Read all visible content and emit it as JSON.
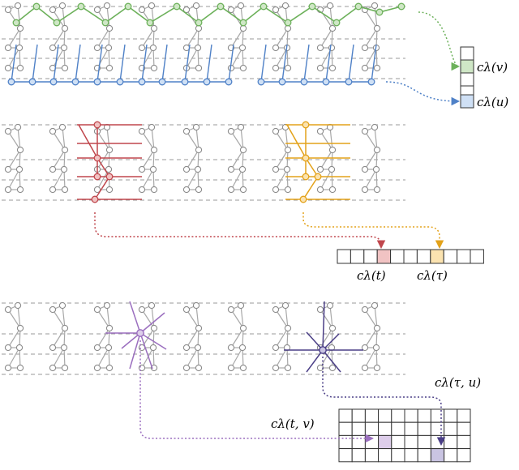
{
  "colors": {
    "green": "#6db15b",
    "green_fill": "#cfe7c6",
    "blue": "#4f81c7",
    "blue_fill": "#cfe0f5",
    "red": "#c0474d",
    "red_fill": "#f1c3c3",
    "orange": "#e3a21a",
    "orange_fill": "#fbe3b0",
    "purple": "#9b6fbf",
    "purple_fill": "#ddcdea",
    "navy": "#4a3e86",
    "navy_fill": "#c9c4e2",
    "gray_node": "#8c8c8c",
    "gray_edge": "#a8a8a8"
  },
  "labels": {
    "c_v": "cλ(v)",
    "c_u": "cλ(u)",
    "c_t": "cλ(t)",
    "c_tau": "cλ(τ)",
    "c_t_v": "cλ(t, v)",
    "c_tau_u": "cλ(τ, u)"
  }
}
